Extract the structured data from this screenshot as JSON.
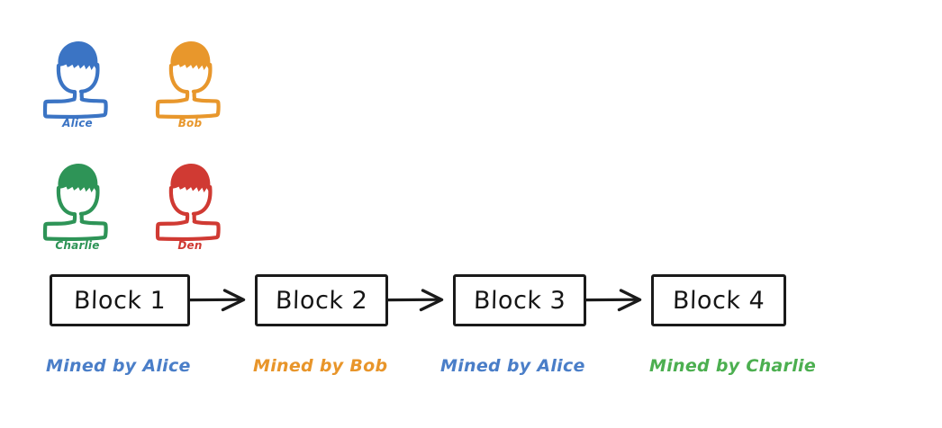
{
  "diagram": {
    "title": "Blockchain mined-by diagram",
    "background_color": "#ffffff",
    "stroke_color": "#1a1a1a"
  },
  "palette": {
    "alice_blue": "#3b74c4",
    "bob_orange": "#e8972c",
    "charlie_green": "#2e9457",
    "den_red": "#d03a33",
    "caption_blue": "#4a7ec8",
    "caption_orange": "#e8952a",
    "caption_green": "#4caf50",
    "block_outline": "#1a1a1a",
    "block_text": "#161616"
  },
  "people": [
    {
      "id": "alice",
      "label": "Alice",
      "color": "#3b74c4",
      "icon": "person-avatar-icon"
    },
    {
      "id": "bob",
      "label": "Bob",
      "color": "#e8972c",
      "icon": "person-avatar-icon"
    },
    {
      "id": "charlie",
      "label": "Charlie",
      "color": "#2e9457",
      "icon": "person-avatar-icon"
    },
    {
      "id": "den",
      "label": "Den",
      "color": "#d03a33",
      "icon": "person-avatar-icon"
    }
  ],
  "chain": {
    "arrow_icon": "arrow-right-icon",
    "blocks": [
      {
        "label": "Block 1",
        "caption": "Mined by Alice",
        "miner": "Alice",
        "caption_color": "#4a7ec8"
      },
      {
        "label": "Block 2",
        "caption": "Mined by Bob",
        "miner": "Bob",
        "caption_color": "#e8952a"
      },
      {
        "label": "Block 3",
        "caption": "Mined by Alice",
        "miner": "Alice",
        "caption_color": "#4a7ec8"
      },
      {
        "label": "Block 4",
        "caption": "Mined by Charlie",
        "miner": "Charlie",
        "caption_color": "#4caf50"
      }
    ]
  }
}
